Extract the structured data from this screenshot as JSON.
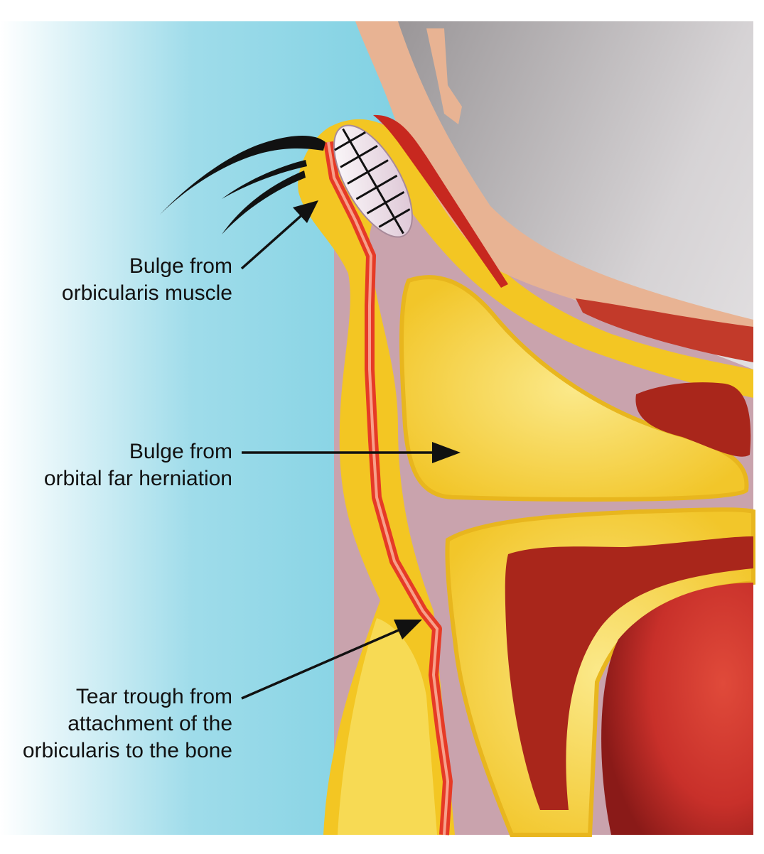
{
  "labels": {
    "orbicularis_bulge": {
      "line1": "Bulge from",
      "line2": "orbicularis muscle"
    },
    "fat_herniation": {
      "line1": "Bulge from",
      "line2": "orbital far herniation"
    },
    "tear_trough": {
      "line1": "Tear trough from",
      "line2": "attachment of the",
      "line3": "orbicularis to the bone"
    }
  },
  "colors": {
    "background_blue": "#7dd0e2",
    "skin_yellow": "#f3c623",
    "muscle_red": "#e63a26",
    "fat_yellow": "#f7dc55",
    "marrow_red": "#a9261b",
    "tissue_mauve": "#c9a3ad",
    "septum_tan": "#e8b393"
  }
}
